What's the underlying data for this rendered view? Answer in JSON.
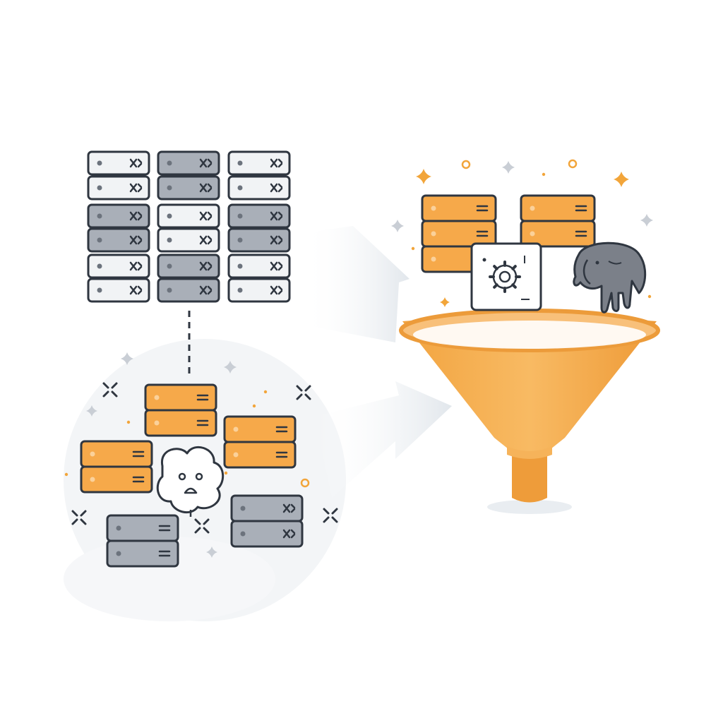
{
  "palette": {
    "orange": "#F6A94A",
    "orange_dark": "#E8913A",
    "orange_accent": "#F2A53A",
    "gray_fill": "#A9AFB8",
    "light_fill": "#F1F3F5",
    "outline": "#2F3640",
    "backdrop": "#EEF1F4",
    "arrow": "#E3E7EC",
    "sparkle_gray": "#C9CED5"
  },
  "icons": {
    "server_rack": "server-rack-icon",
    "funnel": "funnel-icon",
    "gear": "gear-icon",
    "elephant": "elephant-icon",
    "frowning_face": "frowning-face-icon",
    "cross": "cross-icon",
    "sparkle": "sparkle-icon",
    "arrow": "arrow-right-icon"
  },
  "diagram": {
    "server_grid": {
      "columns": 3,
      "rows_per_column": 6,
      "column_fills": [
        "light",
        "gray",
        "light"
      ]
    },
    "scattered_servers": {
      "orange_count": 3,
      "gray_count": 2
    },
    "funnel_inputs": {
      "orange_servers": 2,
      "icon_cards": [
        "gear",
        "elephant"
      ]
    }
  }
}
